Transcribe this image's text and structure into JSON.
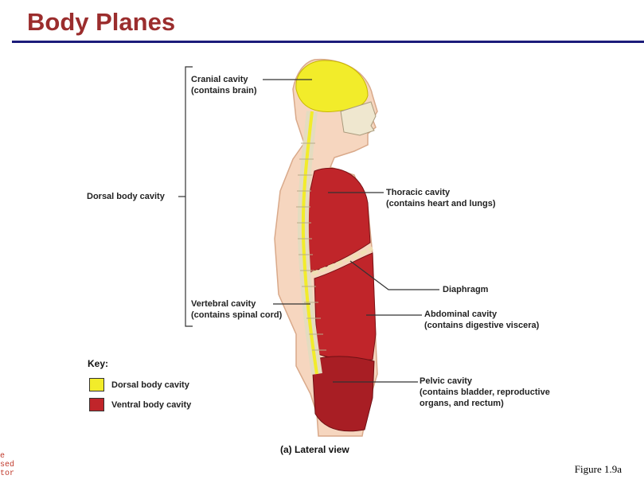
{
  "slide": {
    "title": "Body Planes",
    "figure_ref": "Figure 1.9a",
    "caption": "(a) Lateral view",
    "edge_text": [
      "e",
      "sed",
      "tor"
    ]
  },
  "labels": {
    "cranial_line1": "Cranial cavity",
    "cranial_line2": "(contains brain)",
    "dorsal": "Dorsal body cavity",
    "thoracic_line1": "Thoracic cavity",
    "thoracic_line2": "(contains heart and lungs)",
    "diaphragm": "Diaphragm",
    "vertebral_line1": "Vertebral cavity",
    "vertebral_line2": "(contains spinal cord)",
    "abdominal_line1": "Abdominal cavity",
    "abdominal_line2": "(contains digestive viscera)",
    "pelvic_line1": "Pelvic cavity",
    "pelvic_line2": "(contains bladder, reproductive",
    "pelvic_line3": "organs, and rectum)"
  },
  "key": {
    "title": "Key:",
    "items": [
      {
        "label": "Dorsal body cavity",
        "color": "#f2ec2a"
      },
      {
        "label": "Ventral body cavity",
        "color": "#c0252a"
      }
    ]
  },
  "colors": {
    "title": "#9b2d2d",
    "rule": "#1c1c7a",
    "skin": "#f6d6bf",
    "dorsal": "#f2ec2a",
    "ventral": "#c0252a"
  }
}
